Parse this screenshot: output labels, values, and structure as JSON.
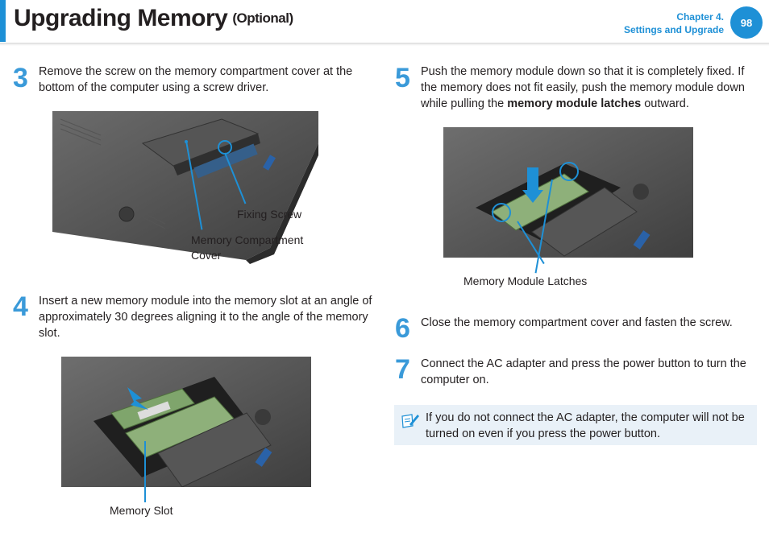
{
  "header": {
    "title": "Upgrading Memory",
    "title_suffix": "(Optional)",
    "chapter": "Chapter 4.",
    "section": "Settings and Upgrade",
    "page_number": "98"
  },
  "steps": [
    {
      "number": "3",
      "text": "Remove the screw on the memory compartment cover at the bottom of the computer using a screw driver."
    },
    {
      "number": "4",
      "text": "Insert a new memory module into the memory slot at an angle of approximately 30 degrees aligning it to the angle of the memory slot."
    },
    {
      "number": "5",
      "text_before": "Push the memory module down so that it is completely fixed. If the memory does not fit easily, push the memory module down while pulling the ",
      "text_bold": "memory module latches",
      "text_after": " outward."
    },
    {
      "number": "6",
      "text": "Close the memory compartment cover and fasten the screw."
    },
    {
      "number": "7",
      "text": "Connect the AC adapter and press the power button to turn the computer on."
    }
  ],
  "labels": {
    "fixing_screw": "Fixing Screw",
    "memory_cover_line1": "Memory Compartment",
    "memory_cover_line2": "Cover",
    "memory_slot": "Memory Slot",
    "memory_latches": "Memory Module Latches"
  },
  "note": {
    "icon": "note-pencil-icon",
    "text": "If you do not connect the AC adapter, the computer will not be turned on even if you press the power button."
  },
  "colors": {
    "accent": "#1e90d6",
    "step_number": "#3a9ad9",
    "note_background": "#e9f1f8"
  }
}
